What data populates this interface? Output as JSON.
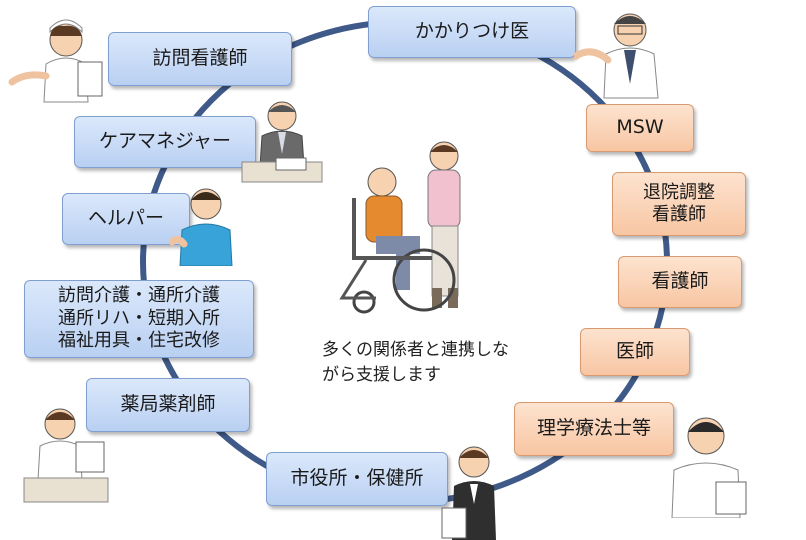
{
  "center_caption": "多くの関係者と連携しな\nがら支援します",
  "roles": {
    "family_doctor": "かかりつけ医",
    "visiting_nurse": "訪問看護師",
    "care_manager": "ケアマネジャー",
    "helper": "ヘルパー",
    "services": "訪問介護・通所介護\n通所リハ・短期入所\n福祉用具・住宅改修",
    "pharmacist": "薬局薬剤師",
    "city_office": "市役所・保健所",
    "msw": "MSW",
    "discharge_nurse": "退院調整\n看護師",
    "nurse": "看護師",
    "doctor": "医師",
    "therapist": "理学療法士等"
  },
  "colors": {
    "ring": "#3f5a88",
    "community_box": "#c7d9f5",
    "hospital_box": "#fbd2b4"
  },
  "icons": [
    "nurse-figure",
    "doctor-figure",
    "care-manager-figure",
    "helper-figure",
    "pharmacist-figure",
    "city-officer-figure",
    "therapist-figure",
    "wheelchair-patient-figure"
  ]
}
